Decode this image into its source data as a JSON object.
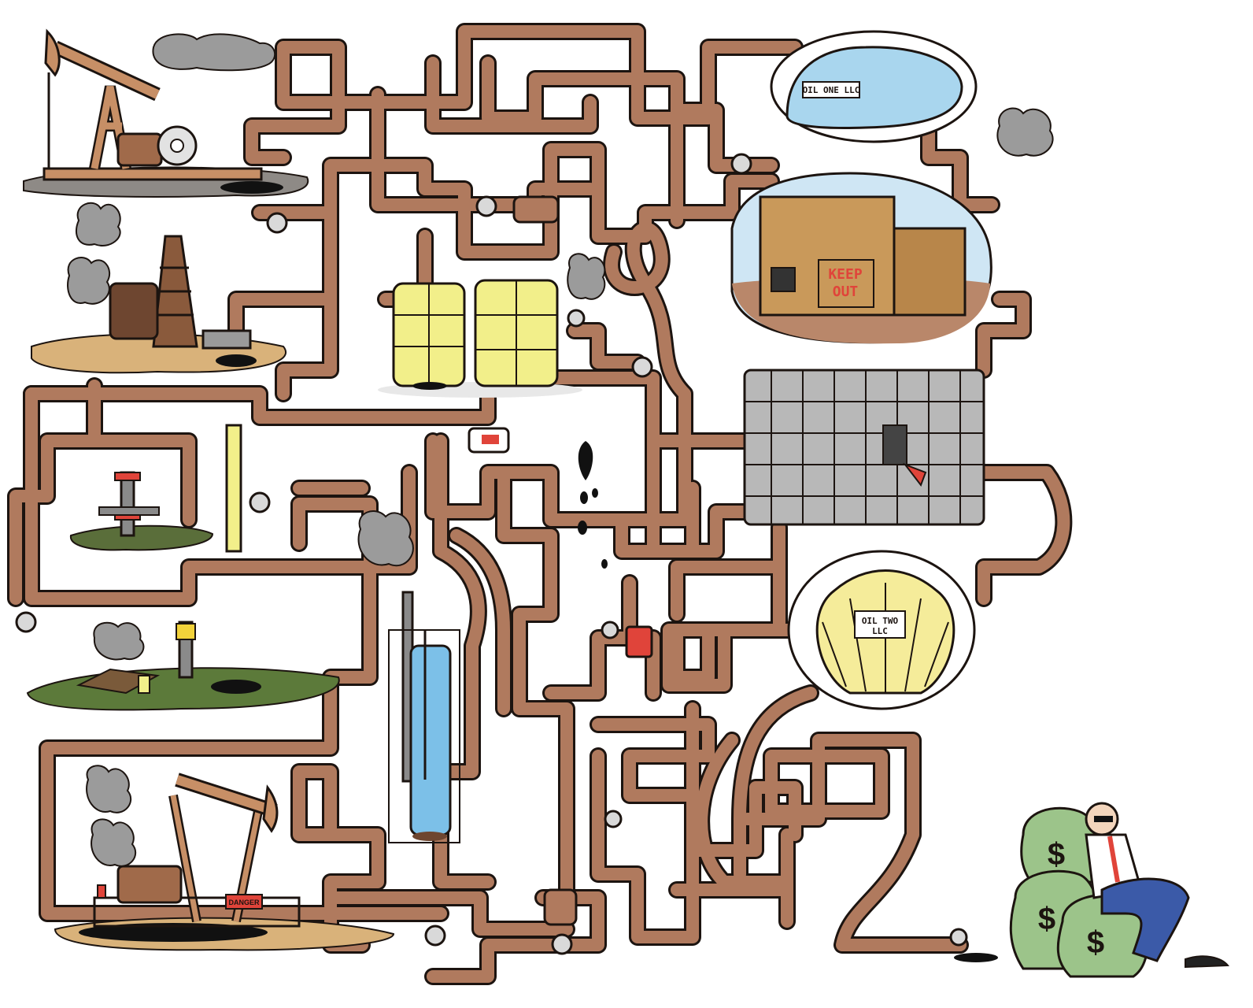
{
  "scene": {
    "background": "#ffffff",
    "pipe_color": "#b07a5e",
    "outline_color": "#1c1410"
  },
  "labels": {
    "oil_one_sign": "OIL ONE LLC",
    "keep_out_line1": "KEEP",
    "keep_out_line2": "OUT",
    "oil_two_line1": "OIL TWO",
    "oil_two_line2": "LLC",
    "danger_sign": "DANGER"
  },
  "icons": {
    "money": "dollar-sign-icon",
    "valve": "valve-wheel-icon",
    "smoke": "smoke-cloud-icon"
  }
}
